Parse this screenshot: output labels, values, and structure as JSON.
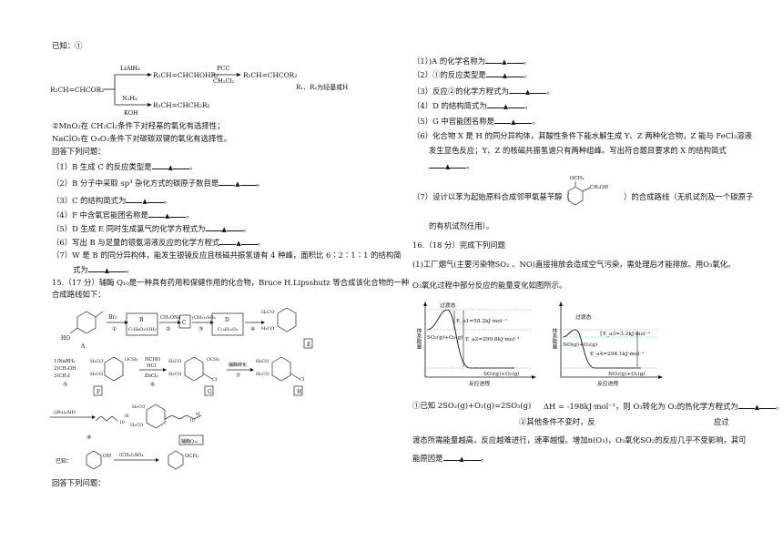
{
  "left": {
    "known_head": "已知：①",
    "scheme1": {
      "start": "R₁CH=CHCOR₂",
      "reagent_up": "LiAlH₄",
      "prod_up": "R₁CH=CHCHOHR₂",
      "reagent_pcc": "PCC",
      "solvent_pcc": "CH₂Cl₂",
      "prod_right": "R₁CH=CHCOR₂",
      "reagent_down1": "N₂H₄",
      "reagent_down2": "KOH",
      "prod_down": "R₁CH=CHCH₂R₂",
      "note": "R₁、R₂为烃基或H"
    },
    "known2": "②MnO₂在 CH₂Cl₂条件下对羟基的氧化有选择性；",
    "known3": "NaClO₂在 O₃O₃条件下对碳碳双键的氧化有选择性。",
    "answer_head": "回答下列问题：",
    "questions": [
      "（1）B 生成 C 的反应类型是",
      "（2）B 分子中采取 sp³ 杂化方式的碳原子数目是",
      "（3）C 的结构简式为",
      "（4）F 中含氧官能团名称是",
      "（5）D 生成 E 同时生成氯气的化学方程式为",
      "（6）写出 B 与足量的银氨溶液反应的化学方程式",
      "（7）W 是 B 的同分异构体，能发生银镜反应且核磁共振氢谱有 4 种峰，面积比 6∶2∶1∶1 的结构简",
      "式为"
    ],
    "q15_title": "15.（17 分）辅酶 Q₁₀是一种具有药用和保健作用的化合物，Bruce H.Lipsshutz 等合成该化合物的一种",
    "q15_title2": "合成路线如下：",
    "scheme2": {
      "A": "A",
      "B_box": "B",
      "B_formula": "C₇H₈O₂(OH)",
      "C_box": "C",
      "D_box": "D",
      "D_formula": "C₁₀H₁₂O₄",
      "E": "E",
      "F": "F",
      "G": "G",
      "H": "H",
      "step1": "Br₂",
      "n1": "①",
      "step2": "CH₃ONa",
      "n2": "②",
      "step3": "(CH₃)₂SO₄",
      "n3": "③",
      "n4": "④",
      "step5a": "1)NaBH₄",
      "step5b": "2)CH₃OH",
      "step5c": "3)CH₃I",
      "n5": "⑤",
      "step6a": "HCHO",
      "step6b": "HCl",
      "step6c": "ZnCl₂",
      "n6": "⑥",
      "step7": "辅酶转化",
      "n7": "⑦",
      "step8": "(iBu)₂AlH",
      "n8": "⑧",
      "step8_suffix": "H",
      "q10": "辅酶Q₁₀",
      "known_label": "已知：",
      "known_reagent": "(CH₃)₂SO₄",
      "ome": "OCH₃",
      "oh": "OH",
      "ho": "HO",
      "h3co": "H₃CO",
      "cl": "Cl",
      "sub10": "10"
    },
    "answer_head2": "回答下列问题："
  },
  "right": {
    "questions": [
      "（1）)A 的化学名称为",
      "（2）①的反应类型是",
      "（3）反应②的化学方程式为",
      "（4）D 的结构简式为",
      "（5）G 中官能团名称是",
      "（6）化合物 X 是 H 的同分异构体，其酸性条件下能水解生成 Y、Z 两种化合物，Z 能与 FeCl₃溶液",
      "发生显色反应；Y、Z 的核磁共振氢谱只有两种组峰。写出符合题目要求的 X 的结构简式",
      "（7）设计以苯为起始原料合成邻甲氧基苄醇（",
      "）的合成路线（无机试剂及一个碳原子",
      "的有机试剂任用）。"
    ],
    "mol_label_och3": "OCH₃",
    "mol_label_ch2oh": "CH₂OH",
    "q16_title": "16.（18 分）完成下列问题",
    "q16_p1": "(1)工厂烟气(主要污染物SO₂ 、NO)直接排放会造成空气污染，需处理后才能排放。用O₃氧化。",
    "q16_p2": "O₃氧化过程中部分反应的能量变化如图所示。",
    "chart1": {
      "ylabel": "体系能量",
      "xlabel": "反应进程",
      "ts": "过渡态",
      "ea1": "E_a1=58.2kJ·mol⁻¹",
      "ea2": "E_a2=299.8kJ·mol⁻¹",
      "reactant": "SO₂(g)+O₃(g)",
      "product": "SO₃(g)+O₂(g)"
    },
    "chart2": {
      "ylabel": "体系能量",
      "xlabel": "反应进程",
      "ts": "过渡态",
      "ea3": "E_a3=3.2kJ·mol⁻¹",
      "ea4": "E_a4=204.1kJ·mol⁻¹",
      "reactant": "NO(g)+O₃(g)",
      "product": "NO₂(g)+O₂(g)"
    },
    "q16_a1": "①已知 2SO₂(g)+O₂(g)=2SO₃(g)",
    "q16_a1b": "ΔH = -198kJ·mol⁻¹，则 O₃转化为 O₂的热化学方程式为",
    "q16_a2": "②其他条件不变时，反",
    "q16_a2b": "应过",
    "q16_a3": "渡态所需能量越高，反应越难进行，速率越慢。增加n(O₃)，O₃氧化SO₂的反应几乎不受影响，其可",
    "q16_a4": "能原因是",
    "period": "。",
    "triangle": "▲"
  }
}
